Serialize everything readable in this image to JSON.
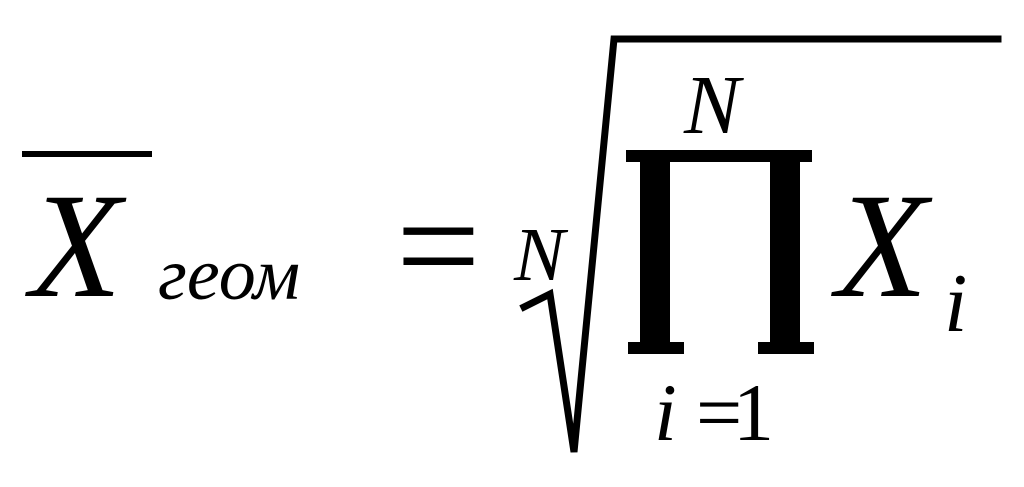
{
  "formula": {
    "lhs": {
      "symbol": "X",
      "subscript": "геом"
    },
    "equals": "=",
    "root_index": "N",
    "product": {
      "operator": "∏",
      "upper": "N",
      "lower_var": "i",
      "lower_eq": "=",
      "lower_val": "1"
    },
    "operand": {
      "symbol": "X",
      "subscript": "i"
    }
  },
  "colors": {
    "ink": "#000000",
    "background": "#ffffff"
  }
}
